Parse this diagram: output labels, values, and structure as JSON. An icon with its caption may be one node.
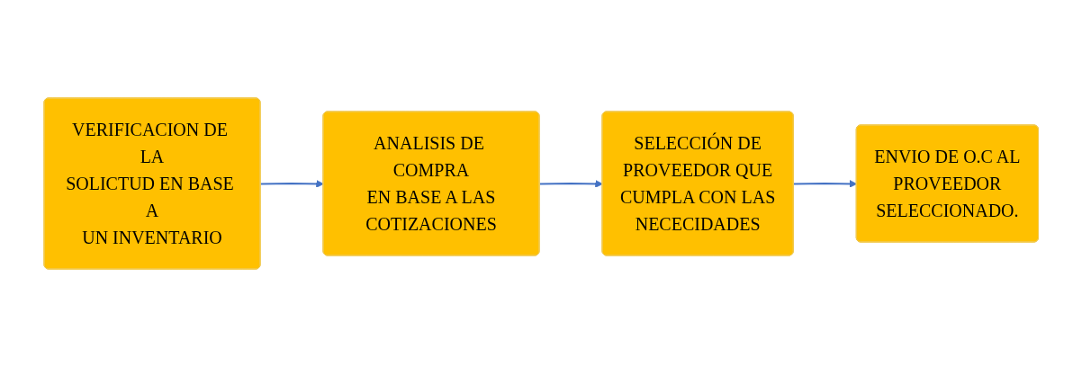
{
  "diagram": {
    "nodes": [
      {
        "text": [
          "VERIFICACION DE LA SOLICTUD EN BASE A UN INVENTARIO"
        ]
      },
      {
        "text": [
          "ANALISIS DE COMPRA EN BASE A LAS COTIZACIONES"
        ]
      },
      {
        "text": [
          "SELECCIÓN DE PROVEEDOR QUE CUMPLA CON LAS NECECIDADES"
        ]
      },
      {
        "text": [
          "ENVIO DE O.C AL PROVEEDOR SELECCIONADO."
        ]
      }
    ],
    "edges": [
      {
        "from": 0,
        "to": 1,
        "arrow": "to"
      },
      {
        "from": 1,
        "to": 2,
        "arrow": "to"
      },
      {
        "from": 2,
        "to": 3,
        "arrow": "to"
      }
    ]
  }
}
